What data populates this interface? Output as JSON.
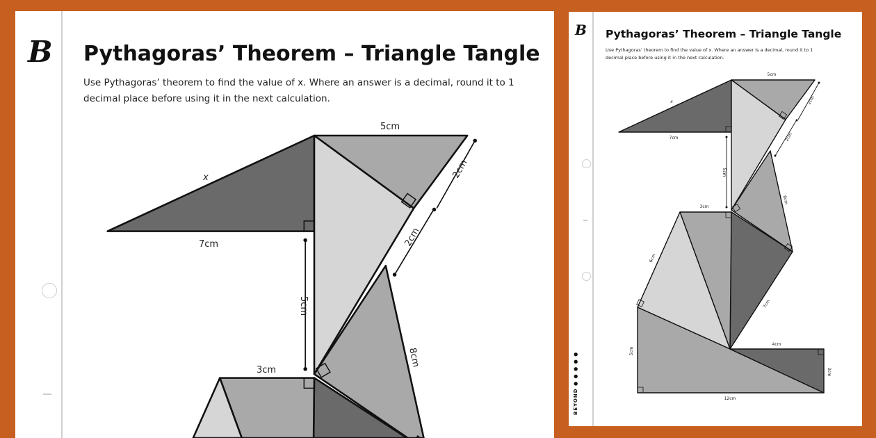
{
  "worksheet": {
    "title": "Pythagoras’ Theorem – Triangle Tangle",
    "instructions_line1": "Use Pythagoras’ theorem to find the value of x. Where an answer is a decimal, round it to 1",
    "instructions_line2": "decimal place before using it in the next calculation.",
    "logo": "B",
    "brand": "BEYOND ● ● ● ● ●",
    "labels": {
      "top": "5cm",
      "x": "x",
      "seven_top": "7cm",
      "two_a": "2cm",
      "two_b": "2cm",
      "five_vert": "5cm",
      "three_top": "3cm",
      "eight": "8cm",
      "six": "6cm",
      "seven_low": "7cm",
      "four": "4cm",
      "three_right": "3cm",
      "five_left": "5cm",
      "twelve": "12cm"
    }
  },
  "colors": {
    "background": "#c65f1f",
    "dark": "#6a6a6b",
    "mid": "#a9a9aa",
    "light": "#d6d6d7"
  }
}
